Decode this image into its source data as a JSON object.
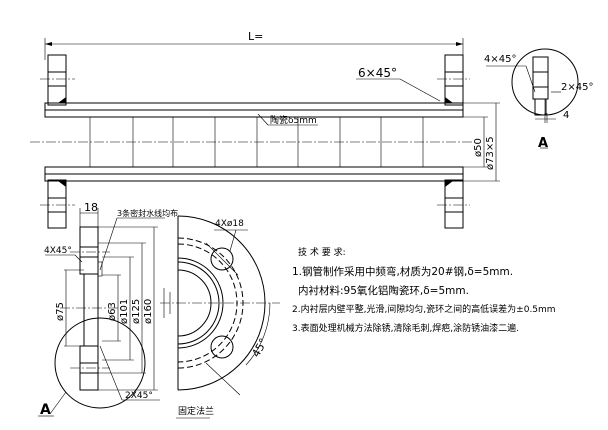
{
  "main_view": {
    "length_label": "L=",
    "chamfer_label": "6×45°",
    "lining_label": "陶瓷δ5mm",
    "inner_dia": "ø50",
    "outer_dia": "ø73×5"
  },
  "detail_a": {
    "chamfer_top": "4×45°",
    "chamfer_bottom": "2×45°",
    "gap": "4",
    "label": "A"
  },
  "flange_section": {
    "thickness": "18",
    "groove_note": "3条密封水线均布",
    "chamfer_top": "4X45°",
    "chamfer_bottom": "2X45°",
    "dims": [
      "ø75",
      "ø63",
      "ø101",
      "ø125",
      "ø160"
    ],
    "detail_marker": "A"
  },
  "flange_view": {
    "holes": "4Xø18",
    "angle": "45°",
    "title": "固定法兰"
  },
  "tech_notes": {
    "title": "技 术 要 求:",
    "lines": [
      "1.钢管制作采用中频弯,材质为20#钢,δ=5mm.",
      "  内衬材料:95氧化铝陶瓷环,δ=5mm.",
      "2.内衬层内壁平整,光滑,间隙均匀,瓷环之间的高低误差为±0.5mm",
      "3.表面处理机械方法除锈,清除毛刺,焊疤,涂防锈油漆二遍."
    ]
  }
}
